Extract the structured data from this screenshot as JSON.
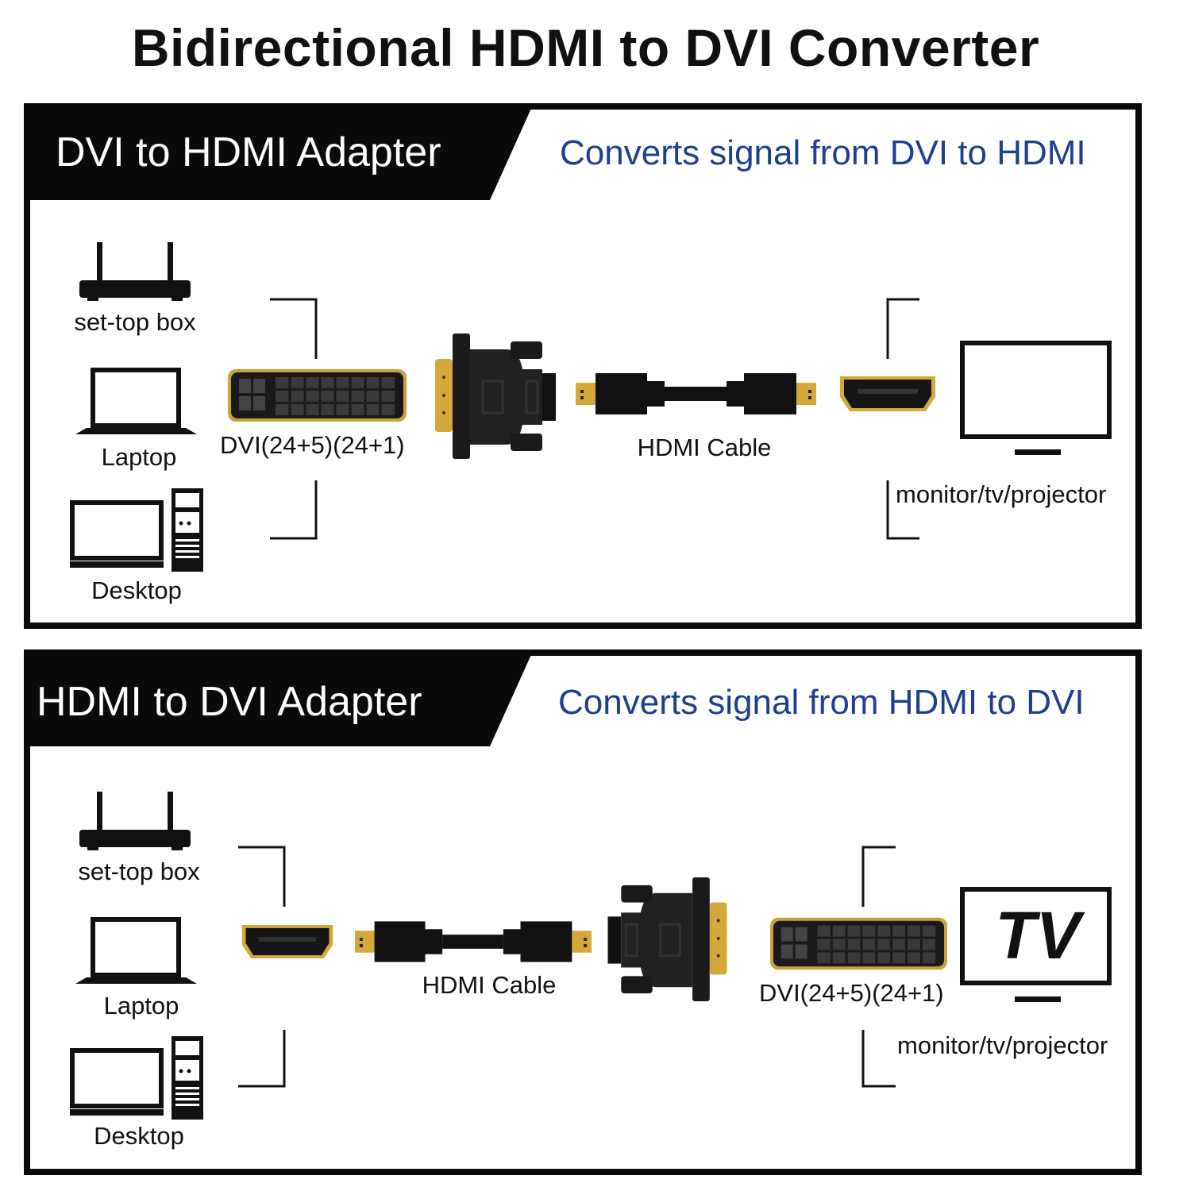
{
  "title": "Bidirectional HDMI to DVI Converter",
  "colors": {
    "accent_blue": "#1d3f8f",
    "frame": "#0a0a0a",
    "gold": "#d4a93a"
  },
  "panels": [
    {
      "header": "DVI to HDMI Adapter",
      "subtitle": "Converts signal from DVI to HDMI",
      "sources": [
        "set-top box",
        "Laptop",
        "Desktop"
      ],
      "port_label": "DVI(24+5)(24+1)",
      "cable_label": "HDMI Cable",
      "display_label": "monitor/tv/projector"
    },
    {
      "header": "HDMI to DVI Adapter",
      "subtitle": "Converts signal from HDMI to DVI",
      "sources": [
        "set-top box",
        "Laptop",
        "Desktop"
      ],
      "port_label": "DVI(24+5)(24+1)",
      "cable_label": "HDMI Cable",
      "display_label": "monitor/tv/projector",
      "display_text": "TV"
    }
  ]
}
